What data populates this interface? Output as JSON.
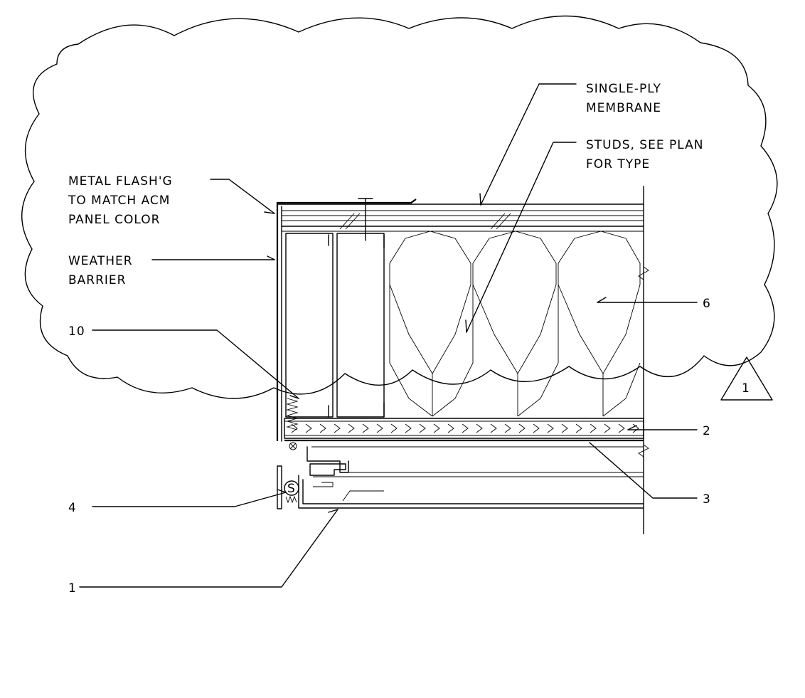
{
  "labels": {
    "single_ply_1": "SINGLE-PLY",
    "single_ply_2": "MEMBRANE",
    "studs_1": "STUDS, SEE PLAN",
    "studs_2": "FOR TYPE",
    "flash_1": "METAL FLASH'G",
    "flash_2": "TO MATCH ACM",
    "flash_3": "PANEL COLOR",
    "weather_1": "WEATHER",
    "weather_2": "BARRIER",
    "tag_10": "10",
    "tag_6": "6",
    "tag_2": "2",
    "tag_3": "3",
    "tag_4": "4",
    "tag_1": "1",
    "revision_tag": "1",
    "screw_symbol": "S"
  }
}
